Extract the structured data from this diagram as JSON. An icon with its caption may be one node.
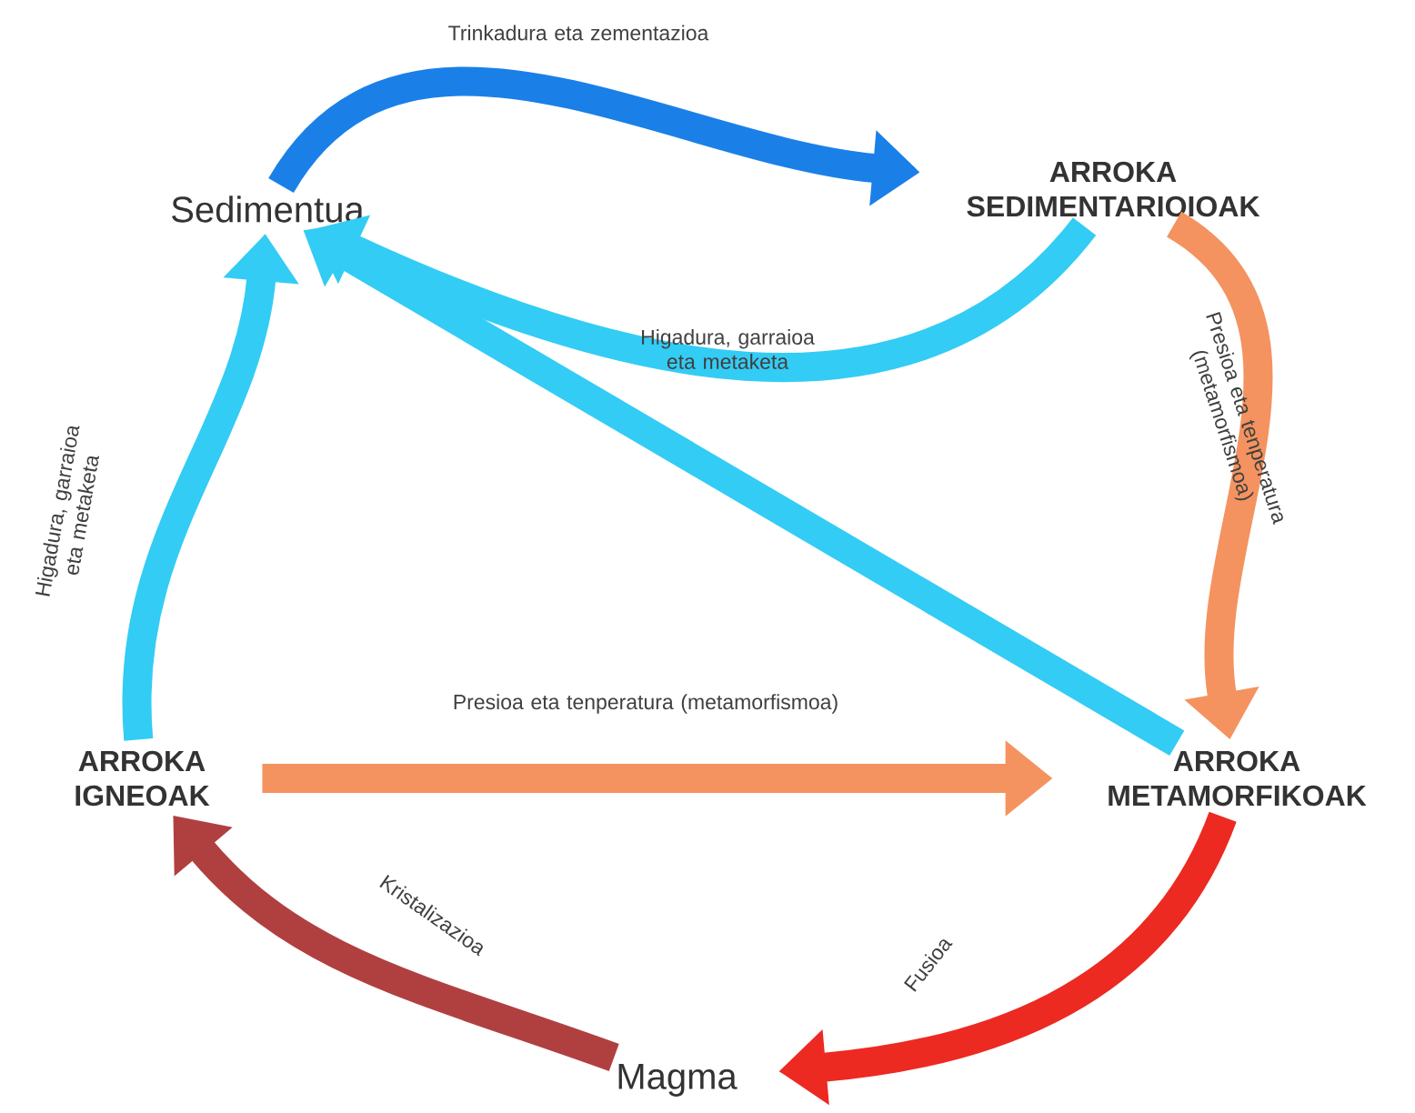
{
  "diagram": {
    "nodes": [
      {
        "text": [
          "Sedimentua"
        ]
      },
      {
        "text": [
          "ARROKA SEDIMENTARIOIOAK"
        ]
      },
      {
        "text": [
          "ARROKA METAMORFIKOAK"
        ]
      },
      {
        "text": [
          "Magma"
        ]
      },
      {
        "text": [
          "ARROKA IGNEOAK"
        ]
      }
    ],
    "edges": [
      {
        "from": 0,
        "to": 1,
        "arrow": "to",
        "label": "Trinkadura eta zementazioa",
        "color": "#1a80e8"
      },
      {
        "from": 1,
        "to": 0,
        "arrow": "to",
        "label": "Higadura, garraioa eta metaketa",
        "color": "#33ccf5"
      },
      {
        "from": 1,
        "to": 2,
        "arrow": "to",
        "label": "Presioa eta tenperatura (metamorfismoa)",
        "color": "#f4935f"
      },
      {
        "from": 2,
        "to": 0,
        "arrow": "to",
        "color": "#33ccf5"
      },
      {
        "from": 2,
        "to": 3,
        "arrow": "to",
        "label": "Fusioa",
        "color": "#ec2a22"
      },
      {
        "from": 3,
        "to": 4,
        "arrow": "to",
        "label": "Kristalizazioa",
        "color": "#b04040"
      },
      {
        "from": 4,
        "to": 0,
        "arrow": "to",
        "label": "Higadura, garraioa eta metaketa",
        "color": "#33ccf5"
      },
      {
        "from": 4,
        "to": 2,
        "arrow": "to",
        "label": "Presioa eta tenperatura (metamorfismoa)",
        "color": "#f4935f"
      }
    ]
  }
}
